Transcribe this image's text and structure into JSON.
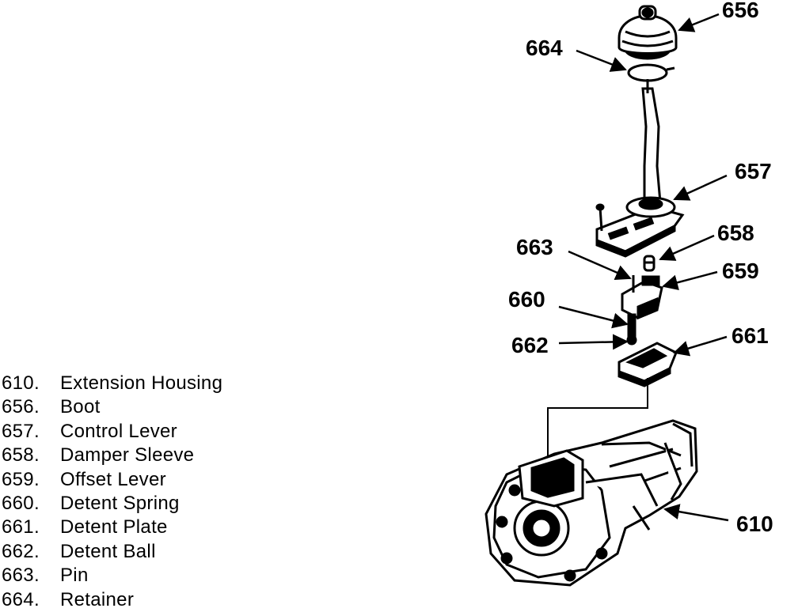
{
  "callouts": {
    "c656": "656",
    "c664": "664",
    "c657": "657",
    "c658": "658",
    "c663": "663",
    "c659": "659",
    "c660": "660",
    "c662": "662",
    "c661": "661",
    "c610": "610"
  },
  "legend": {
    "items": [
      {
        "num": "610.",
        "label": "Extension Housing"
      },
      {
        "num": "656.",
        "label": "Boot"
      },
      {
        "num": "657.",
        "label": "Control Lever"
      },
      {
        "num": "658.",
        "label": "Damper Sleeve"
      },
      {
        "num": "659.",
        "label": "Offset Lever"
      },
      {
        "num": "660.",
        "label": "Detent Spring"
      },
      {
        "num": "661.",
        "label": "Detent Plate"
      },
      {
        "num": "662.",
        "label": "Detent Ball"
      },
      {
        "num": "663.",
        "label": "Pin"
      },
      {
        "num": "664.",
        "label": "Retainer"
      }
    ]
  }
}
